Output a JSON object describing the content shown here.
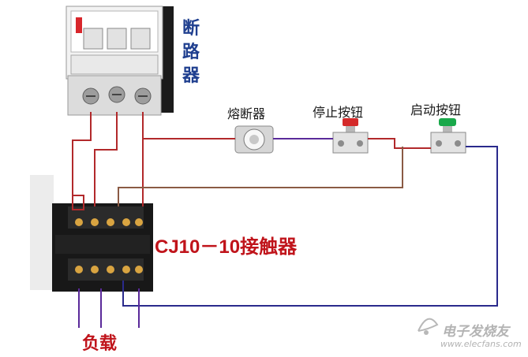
{
  "labels": {
    "breaker": "断路器",
    "fuse": "熔断器",
    "stop_button": "停止按钮",
    "start_button": "启动按钮",
    "contactor": "CJ10－10接触器",
    "load": "负载"
  },
  "watermark": {
    "name": "电子发烧友",
    "url": "www.elecfans.com"
  },
  "colors": {
    "wire_red": "#b2292b",
    "wire_brown": "#8a5a44",
    "wire_purple": "#5a2a9a",
    "wire_blue": "#2a2a8c",
    "stop_button": "#d42a2a",
    "start_button": "#19a84a",
    "contactor_label": "#c0141b",
    "breaker_label": "#1f3f8f"
  }
}
